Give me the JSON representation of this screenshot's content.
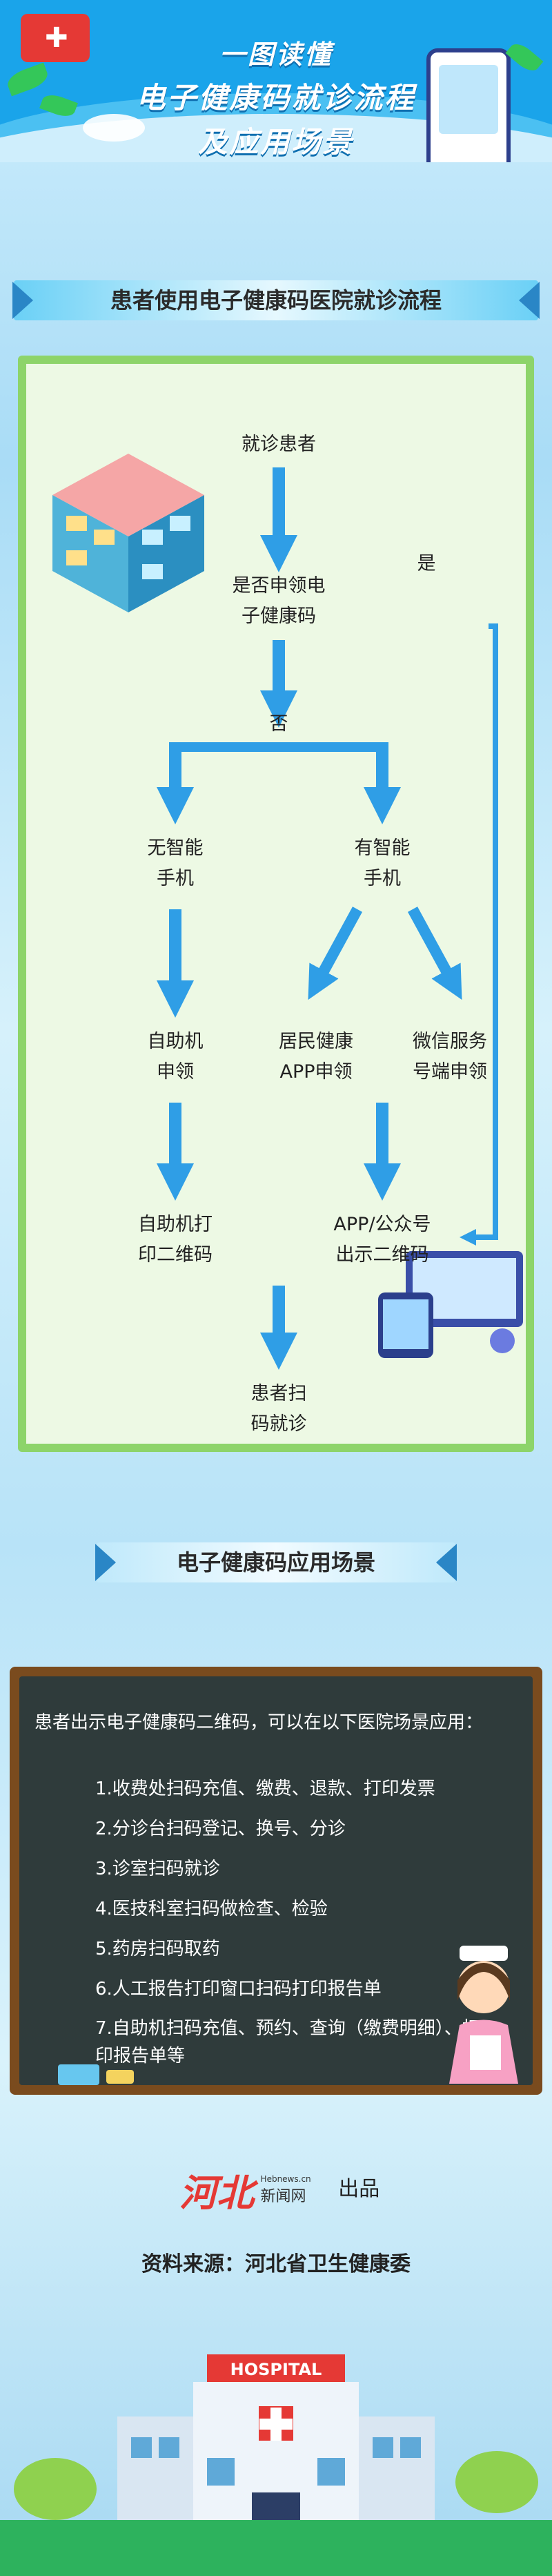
{
  "header": {
    "line1": "一图读懂",
    "line2": "电子健康码就诊流程",
    "line3": "及应用场景"
  },
  "section1": {
    "title": "患者使用电子健康码医院就诊流程"
  },
  "flow": {
    "start": "就诊患者",
    "q1": [
      "是否申领电",
      "子健康码"
    ],
    "yes": "是",
    "no": "否",
    "no_phone": [
      "无智能",
      "手机"
    ],
    "has_phone": [
      "有智能",
      "手机"
    ],
    "kiosk_apply": [
      "自助机",
      "申领"
    ],
    "app_apply": [
      "居民健康",
      "APP申领"
    ],
    "wechat_apply": [
      "微信服务",
      "号端申领"
    ],
    "kiosk_print": [
      "自助机打",
      "印二维码"
    ],
    "app_show": [
      "APP/公众号",
      "出示二维码"
    ],
    "end": [
      "患者扫",
      "码就诊"
    ]
  },
  "section2": {
    "title": "电子健康码应用场景"
  },
  "board": {
    "intro": "患者出示电子健康码二维码，可以在以下医院场景应用：",
    "items": [
      "1.收费处扫码充值、缴费、退款、打印发票",
      "2.分诊台扫码登记、换号、分诊",
      "3.诊室扫码就诊",
      "4.医技科室扫码做检查、检验",
      "5.药房扫码取药",
      "6.人工报告打印窗口扫码打印报告单",
      "7.自助机扫码充值、预约、查询（缴费明细）、打印报告单等"
    ]
  },
  "footer": {
    "logo": "河北",
    "logo_sub": "新闻网",
    "logo_domain": "Hebnews.cn",
    "produced": "出品",
    "source": "资料来源：河北省卫生健康委",
    "hospital_sign": "HOSPITAL"
  }
}
